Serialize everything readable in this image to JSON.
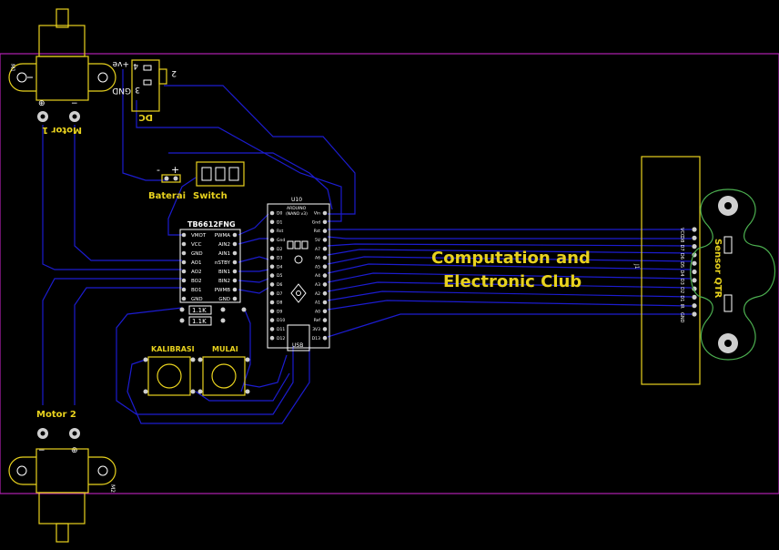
{
  "colors": {
    "background": "#000000",
    "board_outline": "#b020b0",
    "silkscreen": "#e8d21e",
    "silkscreen_white": "#ffffff",
    "trace": "#1c1ccf",
    "pad": "#cfcfcf",
    "qtr_outline": "#4caf50"
  },
  "title": {
    "line1": "Computation and",
    "line2": "Electronic Club"
  },
  "motor1": {
    "label": "Motor 1",
    "ref": "M1"
  },
  "motor2": {
    "label": "Motor 2",
    "ref": "M2"
  },
  "dc": {
    "label": "DC",
    "pin4": "4",
    "pin2": "2",
    "pin3": "3",
    "vplus": "+ve",
    "gnd": "GND"
  },
  "battery": {
    "label": "Baterai",
    "minus": "-",
    "plus": "+"
  },
  "switch": {
    "label": "Switch"
  },
  "driver": {
    "name": "TB6612FNG",
    "left_pins": [
      "VMOT",
      "VCC",
      "GND",
      "AO1",
      "AO2",
      "BO2",
      "BO1",
      "GND"
    ],
    "right_pins": [
      "PWMA",
      "AIN2",
      "AIN1",
      "nSTBY",
      "BIN1",
      "BIN2",
      "PWMB",
      "GND"
    ]
  },
  "resistors": [
    "1.1K",
    "1.1K"
  ],
  "buttons": {
    "kalibrasi": "KALIBRASI",
    "mulai": "MULAI"
  },
  "arduino": {
    "ref": "U10",
    "name": "ARDUINO",
    "subname": "(NANO v3)",
    "usb": "USB",
    "left_pins": [
      "D0",
      "D1",
      "Rst",
      "Gnd",
      "D2",
      "D3",
      "D4",
      "D5",
      "D6",
      "D7",
      "D8",
      "D9",
      "D10",
      "D11",
      "D12"
    ],
    "right_pins": [
      "Vin",
      "Gnd",
      "Rst",
      "5V",
      "A7",
      "A6",
      "A5",
      "A4",
      "A3",
      "A2",
      "A1",
      "A0",
      "Ref",
      "3V3",
      "D13"
    ]
  },
  "sensor": {
    "label": "Sensor QTR",
    "ref": "J1",
    "pins": [
      "VCC",
      "D8",
      "D7",
      "D6",
      "D5",
      "D4",
      "D3",
      "D2",
      "D1",
      "IR",
      "GND"
    ]
  }
}
